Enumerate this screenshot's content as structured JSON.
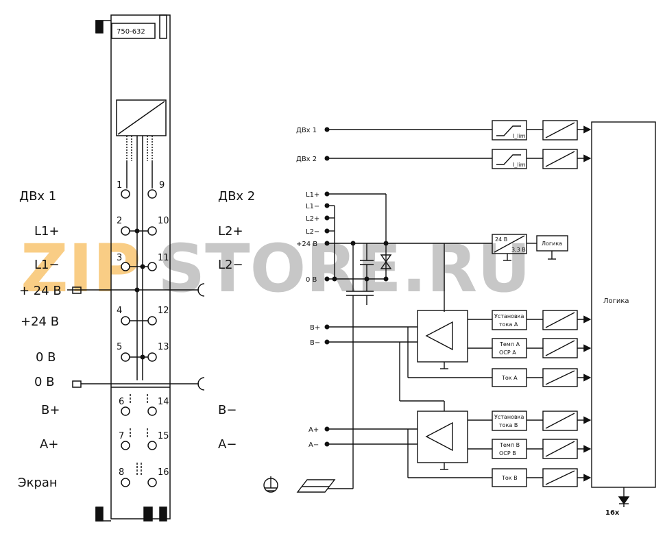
{
  "module": {
    "part_number": "750-632"
  },
  "left_labels": {
    "dbx1": "ДВх 1",
    "dbx2": "ДВх 2",
    "l1p": "L1+",
    "l2p": "L2+",
    "l1m": "L1−",
    "l2m": "L2−",
    "p24a": "+ 24 В",
    "p24b": "+24 В",
    "zero1": "0 В",
    "zero2": "0 В",
    "bp": "B+",
    "bm": "B−",
    "ap": "A+",
    "am": "A−",
    "screen": "Экран"
  },
  "terminals": [
    "1",
    "9",
    "2",
    "10",
    "3",
    "11",
    "4",
    "12",
    "5",
    "13",
    "6",
    "14",
    "7",
    "15",
    "8",
    "16"
  ],
  "schematic": {
    "inputs": {
      "dbx1": "ДВх 1",
      "dbx2": "ДВх 2",
      "l1p": "L1+",
      "l1m": "L1−",
      "l2p": "L2+",
      "l2m": "L2−",
      "p24": "+24 В",
      "zero": "0 В",
      "bp": "B+",
      "bm": "B−",
      "ap": "A+",
      "am": "A−"
    },
    "limiter": "I_lim",
    "conv_in": "24 В",
    "conv_out": "3,3 В",
    "small_logic": "Логика",
    "big_logic": "Логика",
    "ch_a": {
      "set_l1": "Установка",
      "set_l2": "тока А",
      "temp_l1": "Темп А",
      "temp_l2": "OCP А",
      "cur": "Ток А"
    },
    "ch_b": {
      "set_l1": "Установка",
      "set_l2": "тока В",
      "temp_l1": "Темп В",
      "temp_l2": "OCP В",
      "cur": "Ток В"
    },
    "led_count": "16x"
  },
  "watermark": {
    "part1": "ZIP",
    "part2": "STORE.RU"
  },
  "colors": {
    "line": "#111111",
    "watermark_orange": "#f5a623",
    "watermark_gray": "#9a9a9a"
  }
}
